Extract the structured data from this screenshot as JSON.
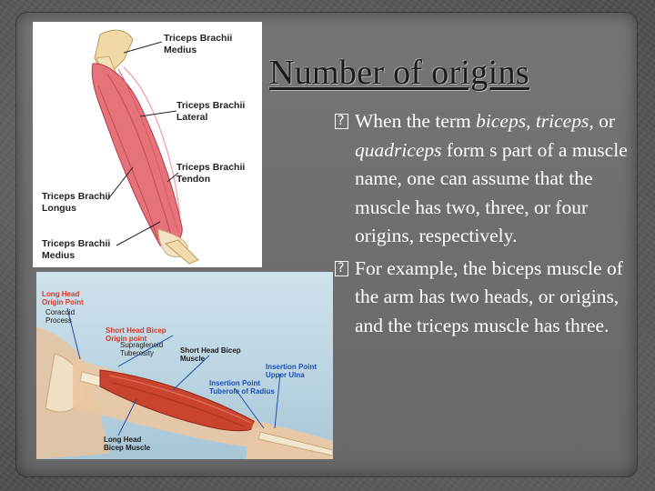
{
  "slide": {
    "title": "Number of origins",
    "paragraphs": [
      {
        "parts": [
          {
            "text": "When the term ",
            "italic": false
          },
          {
            "text": "biceps,",
            "italic": true
          },
          {
            "text": " ",
            "italic": false
          },
          {
            "text": "triceps,",
            "italic": true
          },
          {
            "text": " or ",
            "italic": false
          },
          {
            "text": "quadriceps",
            "italic": true
          },
          {
            "text": " form s part of a muscle name, one can assume that the muscle has two, three, or four origins, respectively.",
            "italic": false
          }
        ]
      },
      {
        "parts": [
          {
            "text": "For example, the biceps muscle of the arm has two heads, or origins, and the triceps muscle has three.",
            "italic": false
          }
        ]
      }
    ]
  },
  "triceps_image": {
    "labels": {
      "medius_top": "Triceps Brachii Medius",
      "lateral": "Triceps Brachii Lateral",
      "tendon": "Triceps Brachii Tendon",
      "longus": "Triceps Brachii Longus",
      "medius_bottom": "Triceps Brachii Medius"
    }
  },
  "biceps_image": {
    "labels": {
      "long_head_origin": "Long Head Origin Point",
      "coracoid": "Coracoid Process",
      "short_head_origin": "Short Head Bicep Origin point",
      "supraglenoid": "Supraglenoid Tuberosity",
      "short_head_muscle": "Short Head Bicep Muscle",
      "insertion": "Insertion Point Tuberole of Radius",
      "insertion_ulna": "Insertion Point Upper Ulna",
      "long_head_muscle": "Long Head Bicep Muscle"
    }
  }
}
